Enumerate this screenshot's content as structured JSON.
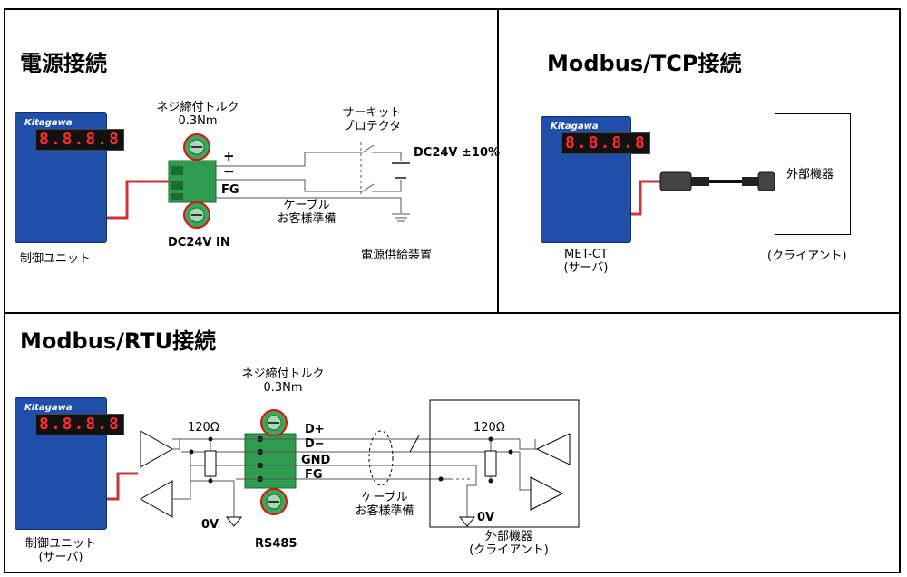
{
  "power": {
    "title": "電源接続",
    "torque_line1": "ネジ締付トルク",
    "torque_line2": "0.3Nm",
    "breaker_line1": "サーキット",
    "breaker_line2": "プロテクタ",
    "voltage": "DC24V ±10%",
    "plus": "+",
    "minus": "−",
    "fg": "FG",
    "cable_line1": "ケーブル",
    "cable_line2": "お客様準備",
    "terminal_label": "DC24V IN",
    "unit_label": "制御ユニット",
    "supply_label": "電源供給装置"
  },
  "tcp": {
    "title": "Modbus/TCP接続",
    "device_line1": "MET-CT",
    "device_line2": "(サーバ)",
    "external_box": "外部機器",
    "client_label": "(クライアント)"
  },
  "rtu": {
    "title": "Modbus/RTU接続",
    "torque_line1": "ネジ締付トルク",
    "torque_line2": "0.3Nm",
    "resistor_left": "120Ω",
    "resistor_right": "120Ω",
    "d_plus": "D+",
    "d_minus": "D−",
    "gnd": "GND",
    "fg": "FG",
    "cable_line1": "ケーブル",
    "cable_line2": "お客様準備",
    "zero_v_left": "0V",
    "zero_v_right": "0V",
    "rs485": "RS485",
    "unit_line1": "制御ユニット",
    "unit_line2": "(サーバ)",
    "ext_line1": "外部機器",
    "ext_line2": "(クライアント)"
  },
  "device": {
    "brand": "Kitagawa",
    "display": "8.8.8.8"
  },
  "colors": {
    "device_blue": "#1f4fa8",
    "display_red": "#ff2a2a",
    "terminal_green": "#2e9b4f",
    "cable_red": "#cc3333",
    "circle_red": "#dd1111"
  }
}
